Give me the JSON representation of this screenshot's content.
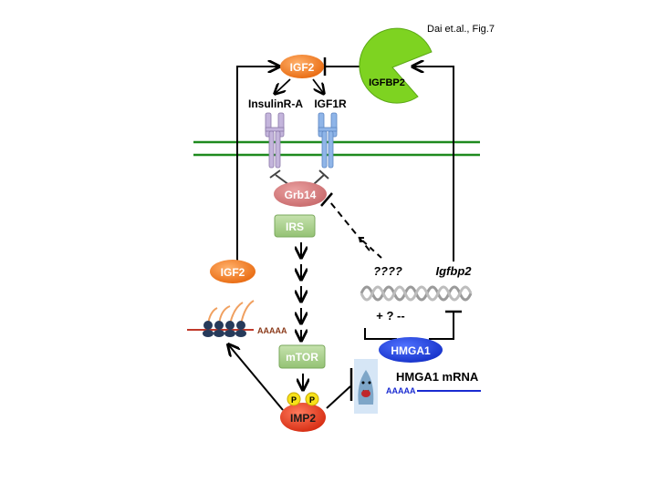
{
  "citation": "Dai et.al., Fig.7",
  "nodes": {
    "igf2_top": "IGF2",
    "igfbp2": "IGFBP2",
    "insulin_receptor": "InsulinR-A",
    "igf1r": "IGF1R",
    "grb14": "Grb14",
    "irs": "IRS",
    "igf2_left": "IGF2",
    "mtor": "mTOR",
    "imp2": "IMP2",
    "phospho_1": "P",
    "phospho_2": "P",
    "hmga1": "HMGA1"
  },
  "labels": {
    "unknown_gene": "????",
    "igfbp2_gene": "Igfbp2",
    "regulation": "+ ? --",
    "polya_left": "AAAAA",
    "polya_right": "AAAAA",
    "hmga1_mrna": "HMGA1 mRNA"
  },
  "colors": {
    "igf2": "#f07a1e",
    "igfbp2": "#7ed321",
    "grb14": "#d9787a",
    "box_green": "#a9cf8a",
    "imp2": "#e8381c",
    "phospho": "#f7e21a",
    "hmga1": "#2446e0",
    "mrna": "#1a2bd1",
    "membrane": "#1e8a1e",
    "receptor_insulin": "#c4b5dc",
    "receptor_igf1r": "#8fb5e8"
  },
  "icons": [
    "shark-icon",
    "ribosome-icon",
    "dna-helix-icon"
  ]
}
